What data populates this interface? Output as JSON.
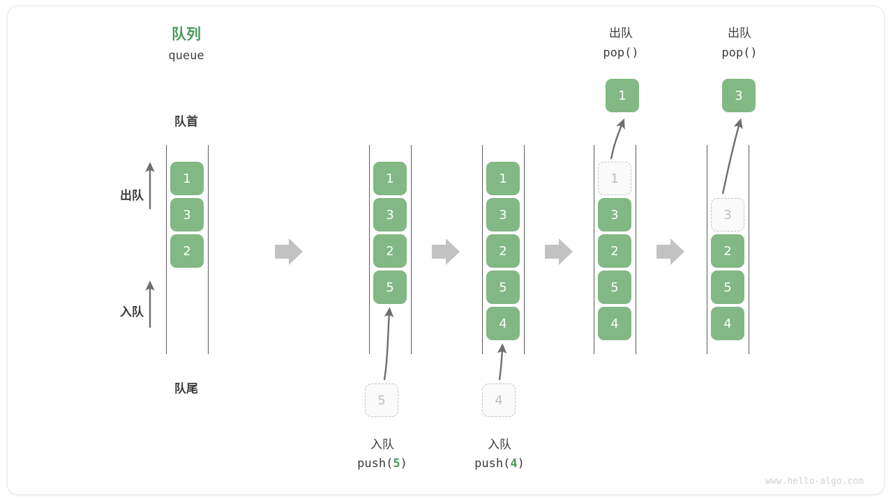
{
  "diagram": {
    "title_cn": "队列",
    "title_en": "queue",
    "head_label": "队首",
    "tail_label": "队尾",
    "dequeue_label": "出队",
    "enqueue_label": "入队",
    "watermark": "www.hello-algo.com",
    "colors": {
      "green": "#81b883",
      "green_text": "#4c9a5a",
      "rail": "#5a5a5a",
      "ghost_border": "#c2c2c2",
      "ghost_text": "#bfbfbf",
      "arrow_gray": "#c2c2c2",
      "thin_arrow": "#6e6e6e",
      "text": "#3b3b3b"
    }
  },
  "stages": [
    {
      "id": "stage-1",
      "items": [
        {
          "value": "1",
          "state": "filled"
        },
        {
          "value": "3",
          "state": "filled"
        },
        {
          "value": "2",
          "state": "filled"
        }
      ],
      "op_cn": "",
      "op_code": "",
      "popped": null
    },
    {
      "id": "stage-2",
      "items": [
        {
          "value": "1",
          "state": "filled"
        },
        {
          "value": "3",
          "state": "filled"
        },
        {
          "value": "2",
          "state": "filled"
        },
        {
          "value": "5",
          "state": "filled"
        }
      ],
      "op_cn": "入队",
      "op_code_prefix": "push(",
      "op_code_num": "5",
      "op_code_suffix": ")",
      "incoming": "5",
      "popped": null
    },
    {
      "id": "stage-3",
      "items": [
        {
          "value": "1",
          "state": "filled"
        },
        {
          "value": "3",
          "state": "filled"
        },
        {
          "value": "2",
          "state": "filled"
        },
        {
          "value": "5",
          "state": "filled"
        },
        {
          "value": "4",
          "state": "filled"
        }
      ],
      "op_cn": "入队",
      "op_code_prefix": "push(",
      "op_code_num": "4",
      "op_code_suffix": ")",
      "incoming": "4",
      "popped": null
    },
    {
      "id": "stage-4",
      "items": [
        {
          "value": "1",
          "state": "ghost"
        },
        {
          "value": "3",
          "state": "filled"
        },
        {
          "value": "2",
          "state": "filled"
        },
        {
          "value": "5",
          "state": "filled"
        },
        {
          "value": "4",
          "state": "filled"
        }
      ],
      "op_cn": "出队",
      "op_code": "pop()",
      "popped": "1"
    },
    {
      "id": "stage-5",
      "items": [
        {
          "value": "",
          "state": "empty"
        },
        {
          "value": "3",
          "state": "ghost"
        },
        {
          "value": "2",
          "state": "filled"
        },
        {
          "value": "5",
          "state": "filled"
        },
        {
          "value": "4",
          "state": "filled"
        }
      ],
      "op_cn": "出队",
      "op_code": "pop()",
      "popped": "3"
    }
  ],
  "transitions": [
    "arrow-right",
    "arrow-right",
    "arrow-right",
    "arrow-right"
  ]
}
